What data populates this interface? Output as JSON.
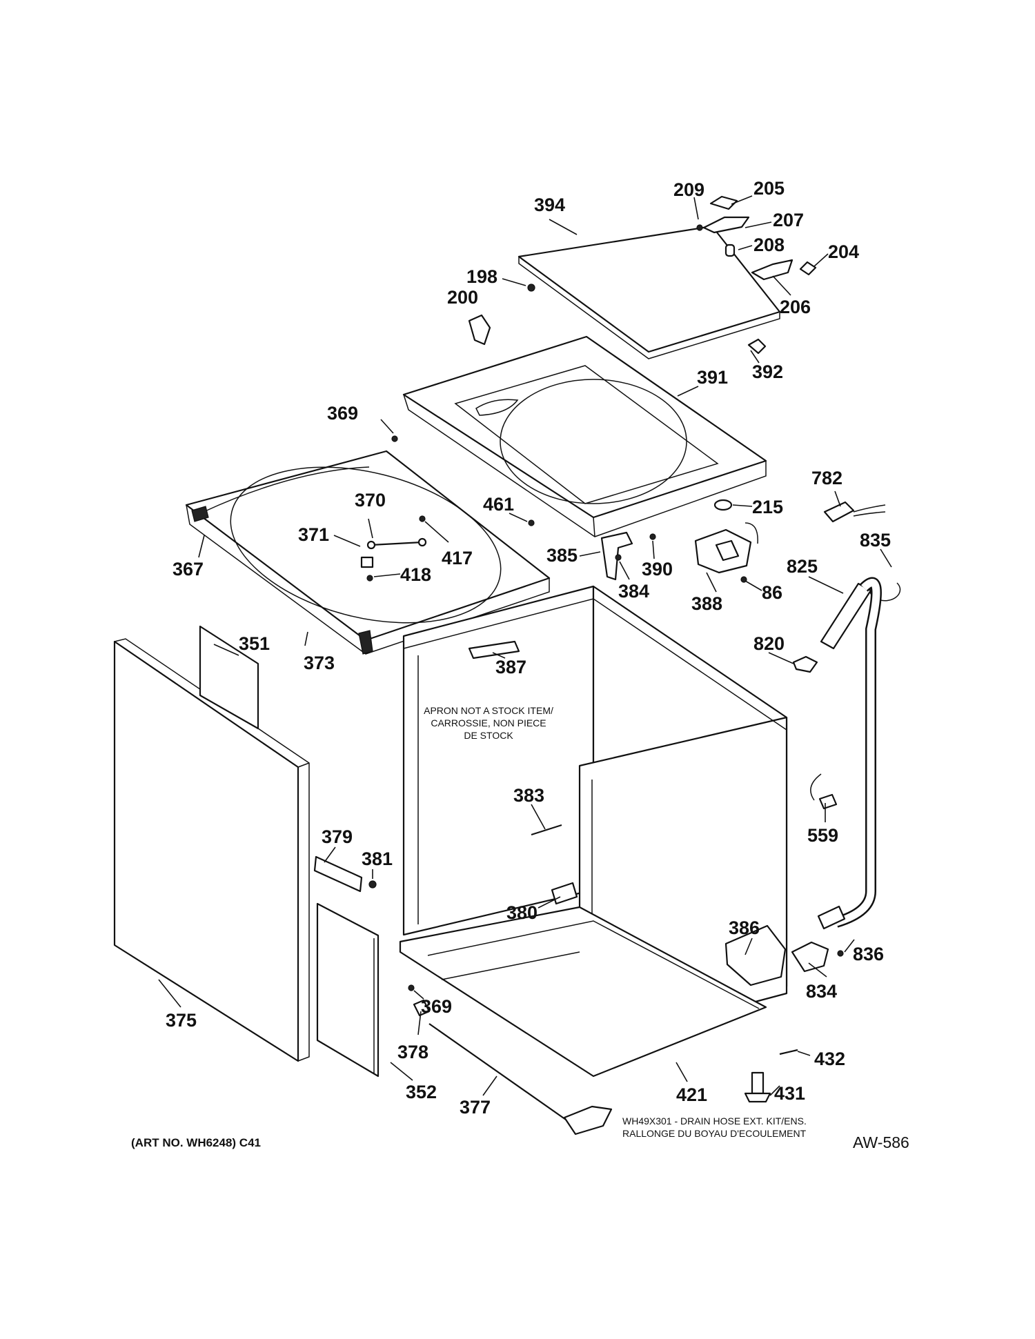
{
  "parts": [
    "394",
    "209",
    "205",
    "207",
    "208",
    "204",
    "206",
    "198",
    "200",
    "392",
    "391",
    "369",
    "782",
    "215",
    "461",
    "370",
    "371",
    "417",
    "367",
    "418",
    "385",
    "390",
    "384",
    "388",
    "86",
    "825",
    "835",
    "351",
    "373",
    "387",
    "820",
    "383",
    "559",
    "379",
    "381",
    "380",
    "386",
    "836",
    "834",
    "375",
    "369",
    "378",
    "352",
    "377",
    "421",
    "431",
    "432"
  ],
  "notes": {
    "apron": [
      "APRON NOT A STOCK ITEM/",
      "CARROSSIE, NON PIECE",
      "DE STOCK"
    ],
    "kit": [
      "WH49X301 - DRAIN HOSE EXT. KIT/ENS.",
      "RALLONGE DU BOYAU D'ECOULEMENT"
    ]
  },
  "footer": {
    "art_no": "(ART NO. WH6248) C41",
    "code": "AW-586"
  }
}
